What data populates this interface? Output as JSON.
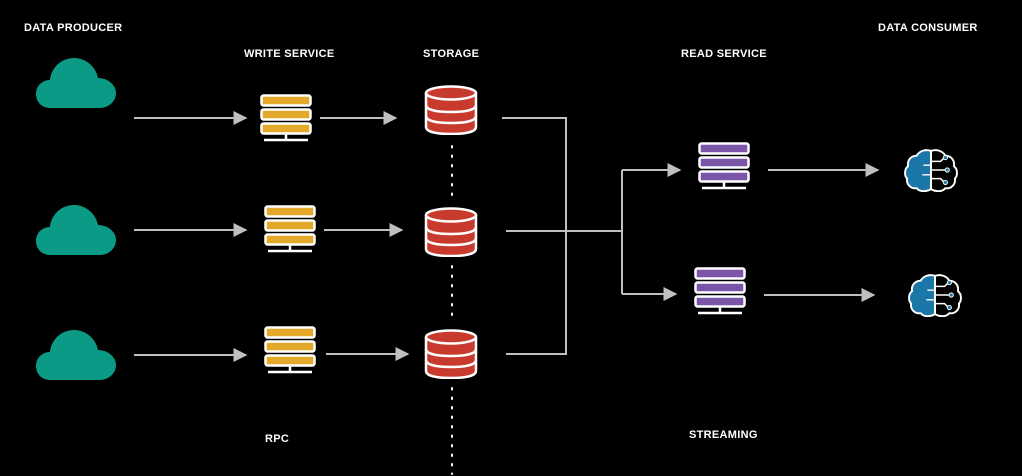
{
  "labels": {
    "data_producer": "DATA PRODUCER",
    "write_service": "WRITE SERVICE",
    "storage": "STORAGE",
    "read_service": "READ SERVICE",
    "data_consumer": "DATA CONSUMER",
    "rpc": "RPC",
    "streaming": "STREAMING"
  },
  "colors": {
    "background": "#000000",
    "cloud": "#0b9a86",
    "write_server": "#e3a92a",
    "storage_db": "#c93a2e",
    "read_server": "#7a55a8",
    "consumer_brain": "#1a77a8",
    "arrow": "#bfbfbf",
    "outline": "#ffffff"
  },
  "icons": {
    "producer": "cloud-icon",
    "write": "server-icon",
    "storage": "database-icon",
    "read": "server-icon",
    "consumer": "ai-brain-icon"
  }
}
